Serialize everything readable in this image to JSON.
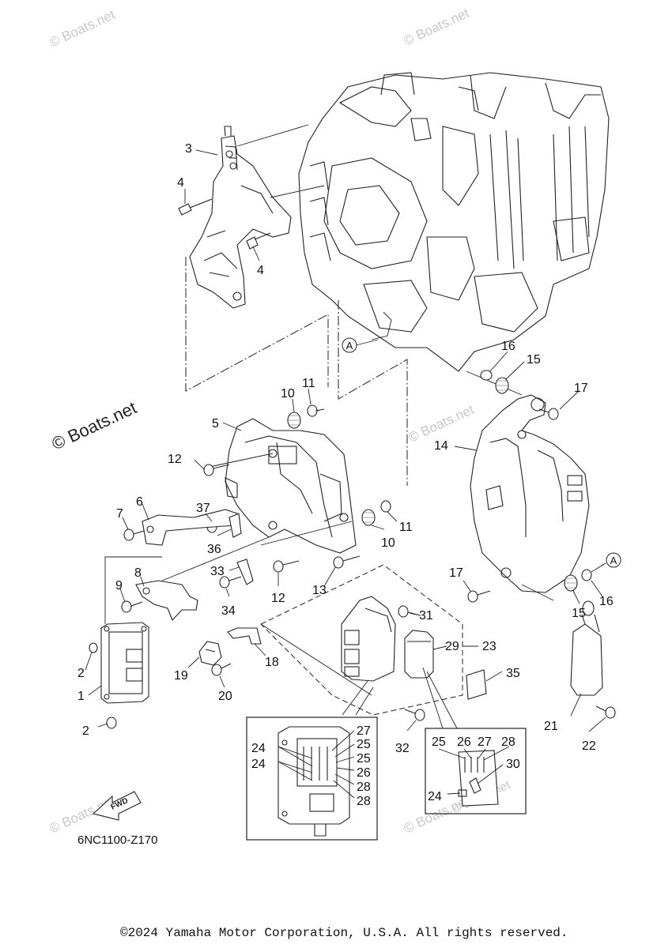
{
  "watermarks": [
    "© Boats.net",
    "© Boats.net",
    "© Boats.net",
    "© Boats.net",
    "© Boats.net",
    "© Boats.net",
    "© Boats.net"
  ],
  "ref_markers": [
    "A",
    "A"
  ],
  "callouts": [
    "3",
    "4",
    "4",
    "5",
    "6",
    "7",
    "8",
    "9",
    "10",
    "10",
    "11",
    "11",
    "12",
    "12",
    "13",
    "14",
    "15",
    "15",
    "16",
    "16",
    "17",
    "17",
    "18",
    "19",
    "20",
    "21",
    "22",
    "23",
    "29",
    "31",
    "32",
    "33",
    "34",
    "35",
    "36",
    "37",
    "1",
    "2",
    "2",
    "24",
    "24",
    "25",
    "25",
    "26",
    "27",
    "28",
    "28",
    "25",
    "26",
    "27",
    "28",
    "30",
    "24"
  ],
  "fwd_label": "FWD",
  "figure_code": "6NC1100-Z170",
  "copyright": "©2024 Yamaha Motor Corporation, U.S.A. All rights reserved."
}
